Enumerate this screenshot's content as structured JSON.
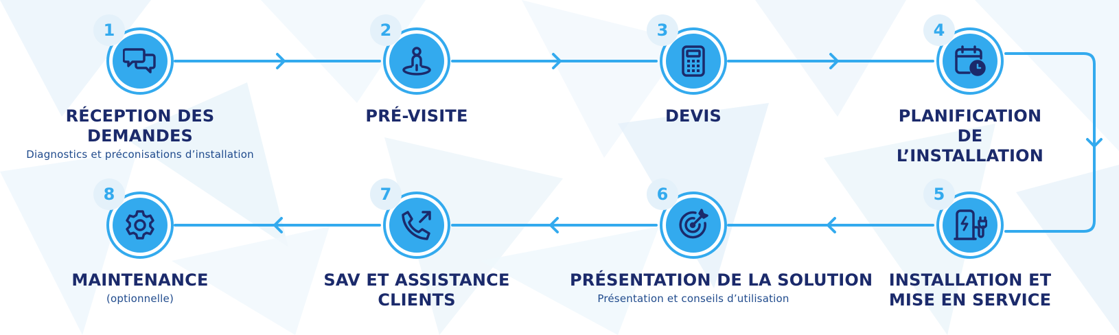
{
  "steps": [
    {
      "number": "1",
      "title": "RÉCEPTION DES DEMANDES",
      "subtitle": "Diagnostics et préconisations d’installation",
      "icon": "chat-bubbles-icon"
    },
    {
      "number": "2",
      "title": "PRÉ-VISITE",
      "subtitle": "",
      "icon": "location-person-icon"
    },
    {
      "number": "3",
      "title": "DEVIS",
      "subtitle": "",
      "icon": "calculator-icon"
    },
    {
      "number": "4",
      "title": "PLANIFICATION DE L’INSTALLATION",
      "subtitle": "",
      "icon": "calendar-clock-icon"
    },
    {
      "number": "5",
      "title": "INSTALLATION ET MISE EN SERVICE",
      "subtitle": "",
      "icon": "ev-charger-icon"
    },
    {
      "number": "6",
      "title": "PRÉSENTATION DE LA SOLUTION",
      "subtitle": "Présentation et conseils d’utilisation",
      "icon": "target-arrow-icon"
    },
    {
      "number": "7",
      "title": "SAV ET ASSISTANCE CLIENTS",
      "subtitle": "",
      "icon": "phone-outgoing-icon"
    },
    {
      "number": "8",
      "title": "MAINTENANCE",
      "subtitle": "(optionnelle)",
      "icon": "gear-icon"
    }
  ],
  "colors": {
    "accent": "#33aaee",
    "title": "#1b2a6b",
    "subtitle": "#1f4a8c",
    "icon_stroke": "#1b2a6b",
    "badge_bg": "#e4f1fa"
  }
}
